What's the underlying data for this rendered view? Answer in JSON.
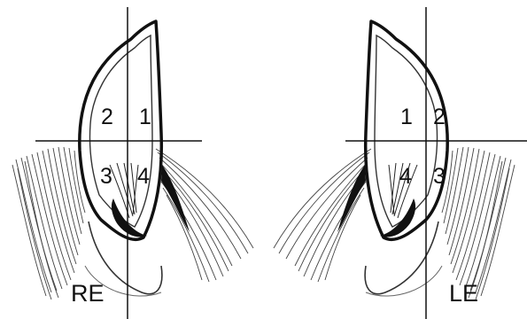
{
  "ears": [
    {
      "id": "right-ear",
      "label": "RE",
      "quadrants": [
        "1",
        "2",
        "3",
        "4"
      ]
    },
    {
      "id": "left-ear",
      "label": "LE",
      "quadrants": [
        "1",
        "2",
        "3",
        "4"
      ]
    }
  ],
  "colors": {
    "ink": "#111111",
    "shade": "#555555",
    "background": "#ffffff"
  }
}
